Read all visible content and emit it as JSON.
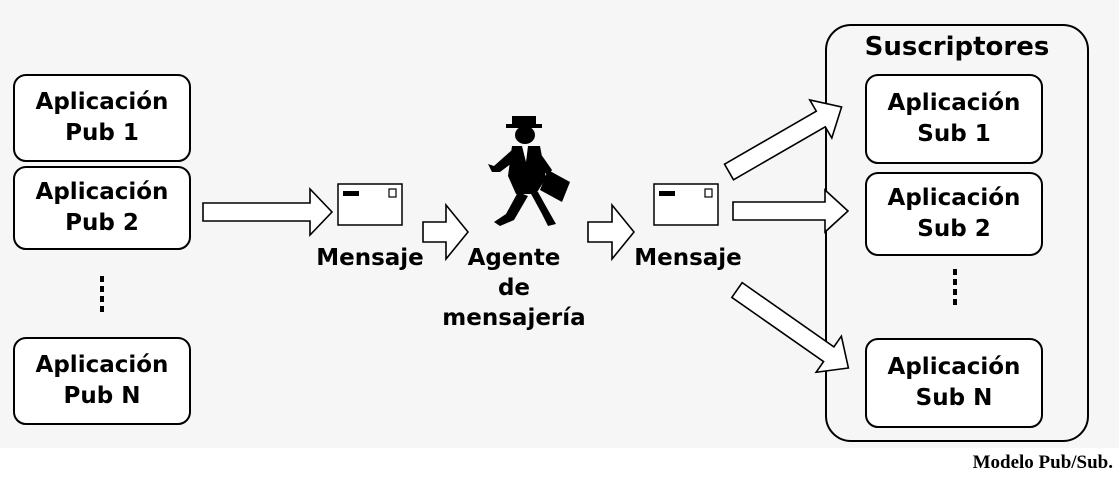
{
  "publishers": [
    {
      "line1": "Aplicación",
      "line2": "Pub 1"
    },
    {
      "line1": "Aplicación",
      "line2": "Pub 2"
    },
    {
      "line1": "Aplicación",
      "line2": "Pub N"
    }
  ],
  "subscribers_title": "Suscriptores",
  "subscribers": [
    {
      "line1": "Aplicación",
      "line2": "Sub 1"
    },
    {
      "line1": "Aplicación",
      "line2": "Sub 2"
    },
    {
      "line1": "Aplicación",
      "line2": "Sub N"
    }
  ],
  "message_label_left": "Mensaje",
  "message_label_right": "Mensaje",
  "broker": {
    "line1": "Agente",
    "line2": "de",
    "line3": "mensajería"
  },
  "caption": "Modelo Pub/Sub.",
  "icons": [
    "envelope-icon",
    "messenger-figure-icon",
    "arrow-icon",
    "vertical-ellipsis-icon"
  ]
}
